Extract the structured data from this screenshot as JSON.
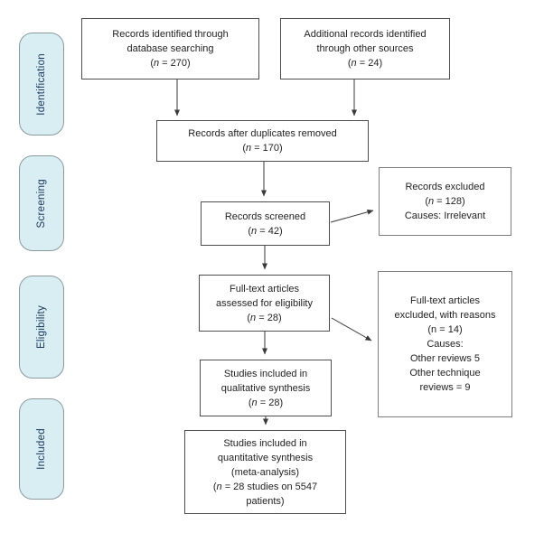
{
  "colors": {
    "background": "#ffffff",
    "stage_fill": "#d8eef2",
    "stage_border": "#8a9aa0",
    "stage_text": "#17375e",
    "box_border": "#4d4d4d",
    "side_box_border": "#7f7f7f",
    "box_text": "#1f1f1f",
    "arrow": "#3a3a3a"
  },
  "stages": [
    {
      "label": "Identification"
    },
    {
      "label": "Screening"
    },
    {
      "label": "Eligibility"
    },
    {
      "label": "Included"
    }
  ],
  "boxes": {
    "identified_db": {
      "lines": [
        "Records identified through",
        "database searching",
        "(n = 270)"
      ],
      "italic_n": true
    },
    "identified_other": {
      "lines": [
        "Additional records identified",
        "through other sources",
        "(n = 24)"
      ],
      "italic_n": true
    },
    "after_duplicates": {
      "lines": [
        "Records after duplicates removed",
        "(n = 170)"
      ],
      "italic_n": true
    },
    "screened": {
      "lines": [
        "Records screened",
        "(n = 42)"
      ],
      "italic_n": true
    },
    "records_excluded": {
      "lines": [
        "Records excluded",
        "(n = 128)",
        "Causes: Irrelevant"
      ],
      "italic_n": true
    },
    "fulltext_assessed": {
      "lines": [
        "Full-text articles",
        "assessed for eligibility",
        "(n = 28)"
      ],
      "italic_n": true
    },
    "fulltext_excluded": {
      "lines": [
        "Full-text articles",
        "excluded, with reasons",
        "(n = 14)",
        "Causes:",
        "Other reviews 5",
        "Other technique",
        "reviews = 9"
      ],
      "italic_n": false
    },
    "qualitative": {
      "lines": [
        "Studies included in",
        "qualitative synthesis",
        "(n = 28)"
      ],
      "italic_n": true
    },
    "quantitative": {
      "lines": [
        "Studies included in",
        "quantitative synthesis",
        "(meta-analysis)",
        "(n = 28 studies on 5547",
        "patients)"
      ],
      "italic_n": true
    }
  }
}
